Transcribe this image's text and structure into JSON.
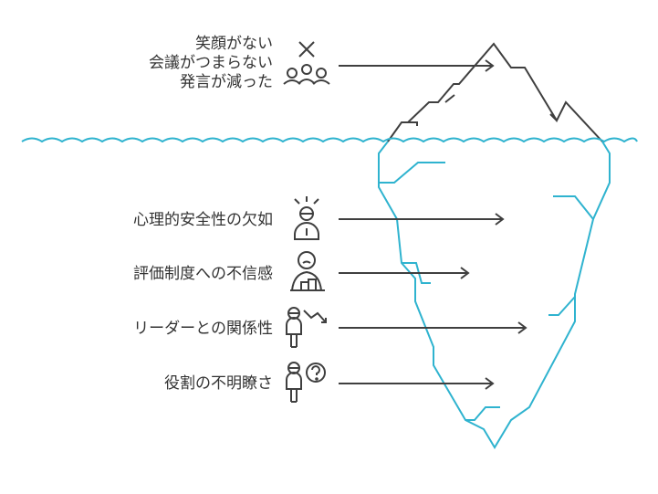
{
  "colors": {
    "ink": "#3f3f3f",
    "water": "#2fb3cf",
    "text": "#333333"
  },
  "above_water": {
    "label_lines": [
      "笑顔がない",
      "会議がつまらない",
      "発言が減った"
    ],
    "icons": [
      "close-icon",
      "group-people-icon"
    ]
  },
  "below_water": {
    "items": [
      {
        "label": "心理的安全性の欠如",
        "icon": "stressed-person-icon"
      },
      {
        "label": "評価制度への不信感",
        "icon": "person-at-desk-icon"
      },
      {
        "label": "リーダーとの関係性",
        "icon": "person-declining-trend-icon"
      },
      {
        "label": "役割の不明瞭さ",
        "icon": "person-question-icon"
      }
    ]
  }
}
